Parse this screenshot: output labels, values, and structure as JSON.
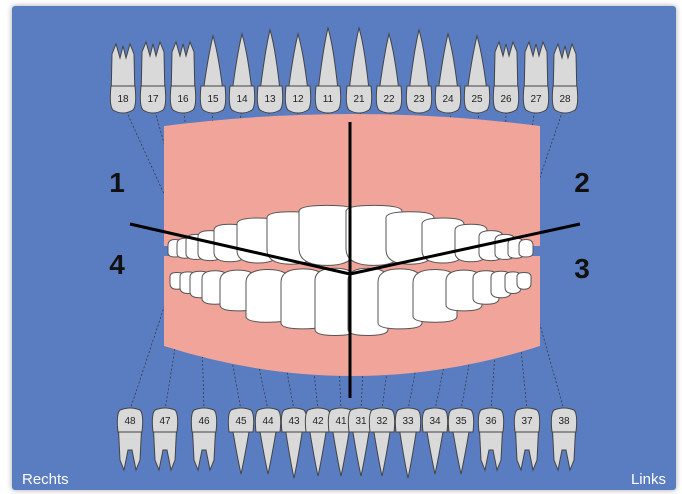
{
  "diagram": {
    "upper_teeth": [
      "18",
      "17",
      "16",
      "15",
      "14",
      "13",
      "12",
      "11",
      "21",
      "22",
      "23",
      "24",
      "25",
      "26",
      "27",
      "28"
    ],
    "lower_teeth": [
      "48",
      "47",
      "46",
      "45",
      "44",
      "43",
      "42",
      "41",
      "31",
      "32",
      "33",
      "34",
      "35",
      "36",
      "37",
      "38"
    ],
    "quadrants": [
      "1",
      "2",
      "3",
      "4"
    ],
    "side_labels": {
      "left": "Rechts",
      "right": "Links"
    },
    "colors": {
      "background": "#5a7cc0",
      "gum": "#f0a49a",
      "tooth": "#ffffff",
      "tooth_small": "#d9d9d9",
      "line": "#000000"
    }
  }
}
